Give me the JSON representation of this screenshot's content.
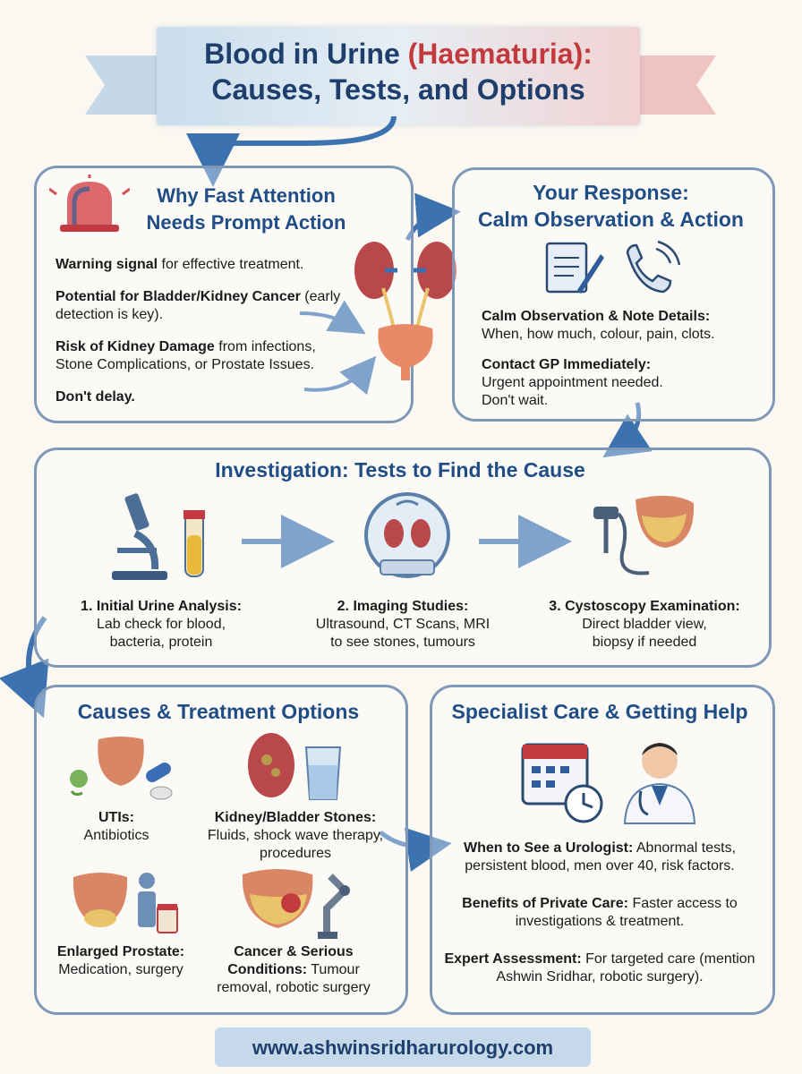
{
  "header": {
    "title_part1": "Blood in Urine ",
    "title_accent": "(Haematuria):",
    "title_line2": "Causes, Tests, and Options"
  },
  "why_panel": {
    "title_line1": "Why Fast Attention",
    "title_line2": "Needs Prompt Action",
    "items": [
      {
        "bold": "Warning signal",
        "text": " for effective treatment."
      },
      {
        "bold": "Potential for Bladder/Kidney Cancer",
        "text": " (early detection is key)."
      },
      {
        "bold": "Risk of Kidney Damage",
        "text": " from infections, Stone Complications, or Prostate Issues."
      },
      {
        "bold": "Don't delay.",
        "text": ""
      }
    ]
  },
  "response_panel": {
    "title_line1": "Your Response:",
    "title_line2": "Calm Observation & Action",
    "items": [
      {
        "bold": "Calm Observation & Note Details:",
        "text": "When, how much, colour, pain, clots."
      },
      {
        "bold": "Contact GP Immediately:",
        "text": "Urgent appointment needed. Don't wait."
      }
    ]
  },
  "investigation_panel": {
    "title": "Investigation: Tests to Find the Cause",
    "steps": [
      {
        "title": "1. Initial Urine Analysis:",
        "line1": "Lab check for blood,",
        "line2": "bacteria, protein"
      },
      {
        "title": "2. Imaging Studies:",
        "line1": "Ultrasound, CT Scans, MRI",
        "line2": "to see stones, tumours"
      },
      {
        "title": "3. Cystoscopy Examination:",
        "line1": "Direct bladder view,",
        "line2": "biopsy if needed"
      }
    ]
  },
  "causes_panel": {
    "title": "Causes & Treatment Options",
    "items": [
      {
        "bold": "UTIs:",
        "text": "Antibiotics"
      },
      {
        "bold": "Kidney/Bladder Stones:",
        "text": "Fluids, shock wave therapy, procedures"
      },
      {
        "bold": "Enlarged Prostate:",
        "text": "Medication, surgery"
      },
      {
        "bold": "Cancer & Serious Conditions:",
        "text": " Tumour removal, robotic surgery"
      }
    ]
  },
  "specialist_panel": {
    "title": "Specialist Care & Getting Help",
    "items": [
      {
        "bold": "When to See a Urologist:",
        "text": " Abnormal tests, persistent blood, men over 40, risk factors."
      },
      {
        "bold": "Benefits of Private Care:",
        "text": " Faster access to investigations & treatment."
      },
      {
        "bold": "Expert Assessment:",
        "text": " For targeted care (mention Ashwin Sridhar, robotic surgery)."
      }
    ]
  },
  "footer": {
    "url": "www.ashwinsridharurology.com"
  },
  "colors": {
    "title_blue": "#1e3f6d",
    "accent_red": "#c2393e",
    "panel_border": "#7f98b8",
    "heading_blue": "#1f4d86"
  }
}
